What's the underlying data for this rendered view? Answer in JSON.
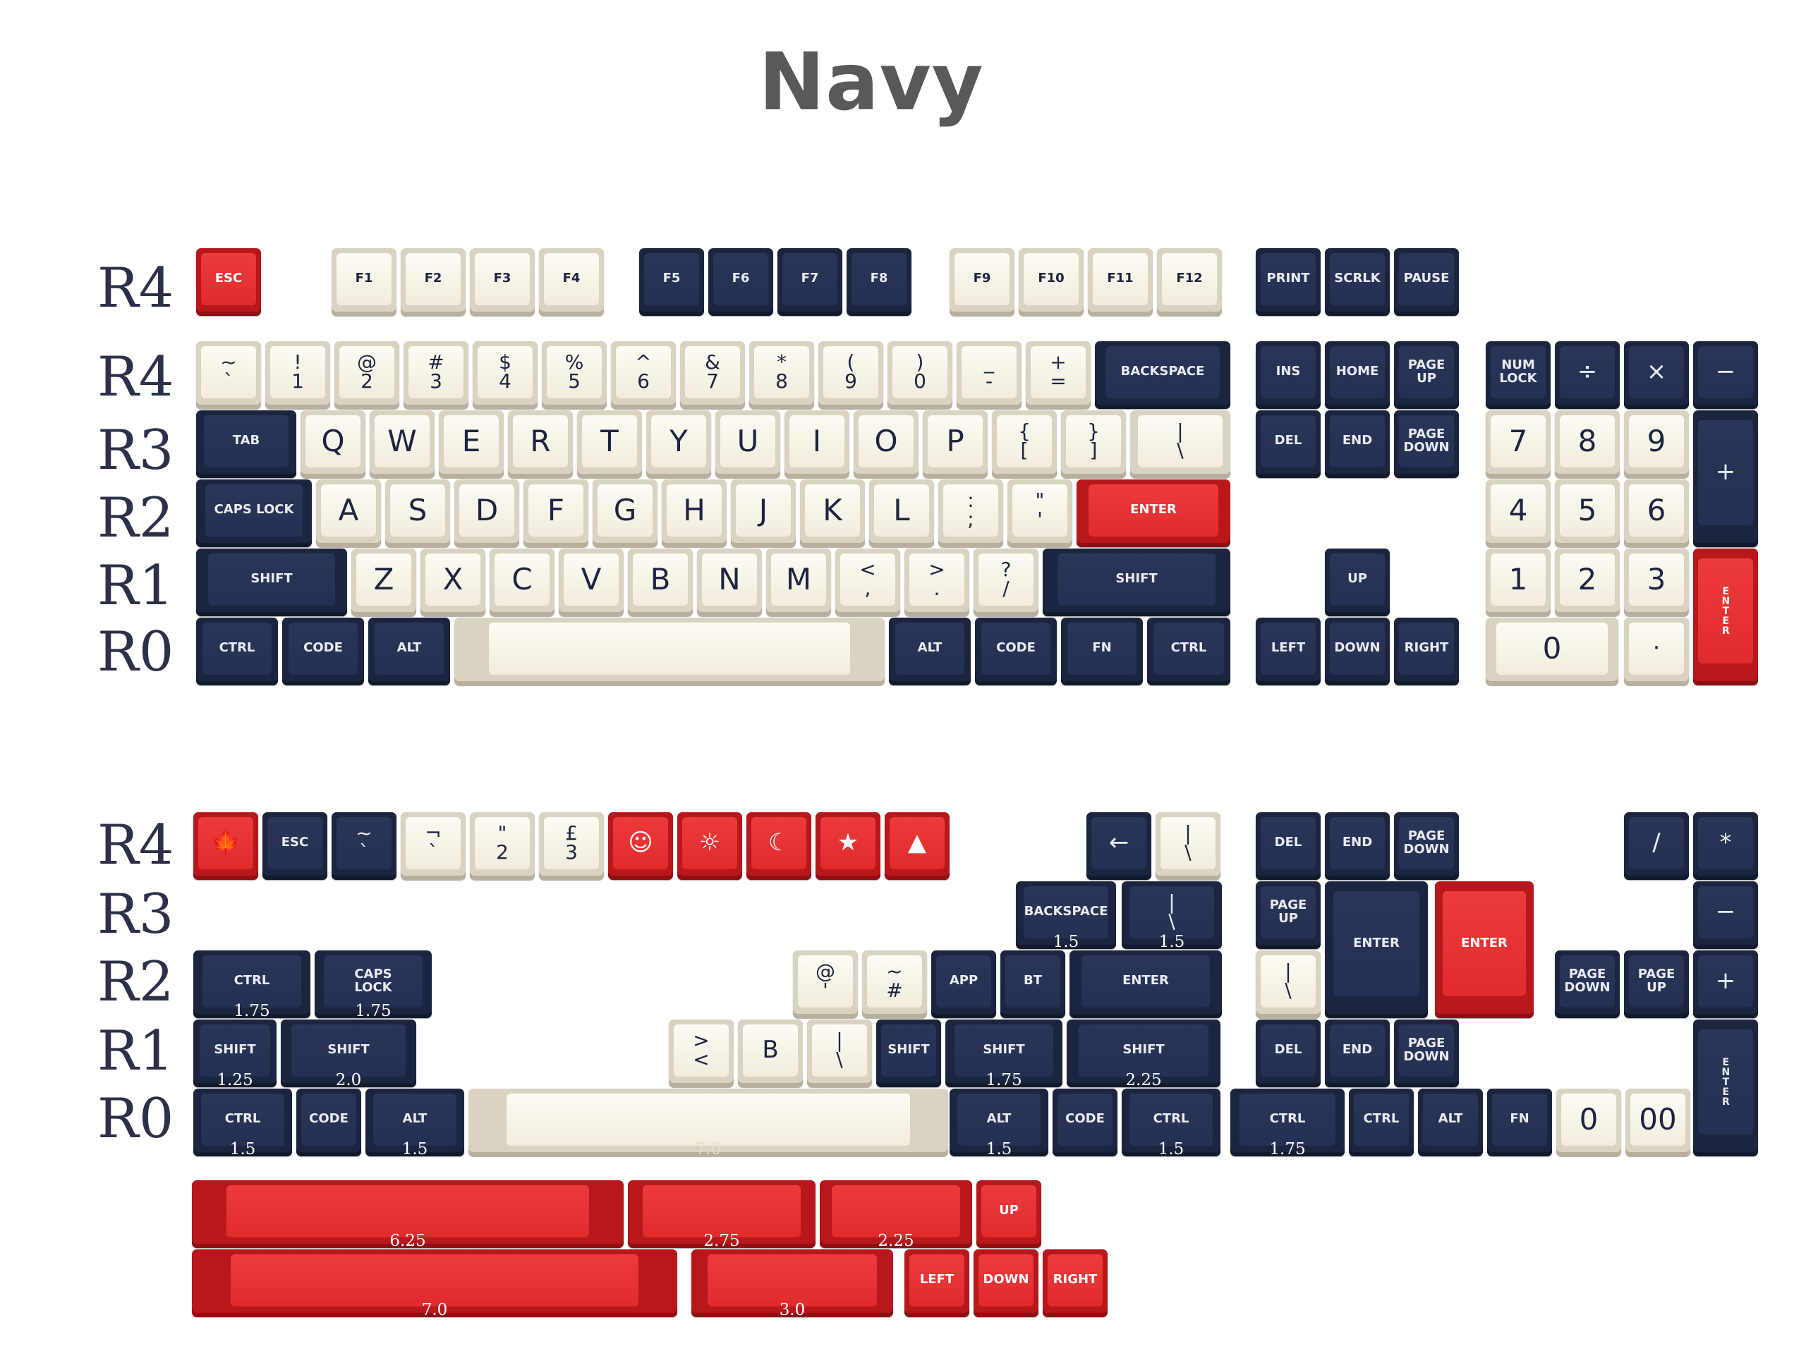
{
  "title": "Navy",
  "row_labels": [
    "R4",
    "R4",
    "R3",
    "R2",
    "R1",
    "R0",
    "R4",
    "R3",
    "R2",
    "R1",
    "R0"
  ],
  "colors": {
    "navy": "#1c2540",
    "cream": "#f6f2e6",
    "red": "#e02b2d",
    "legend_navy": "#1d2440"
  },
  "keys": [
    {
      "l": "ESC",
      "c": "red"
    },
    {
      "l": "F1",
      "c": "cream"
    },
    {
      "l": "F2",
      "c": "cream"
    },
    {
      "l": "F3",
      "c": "cream"
    },
    {
      "l": "F4",
      "c": "cream"
    },
    {
      "l": "F5",
      "c": "navy"
    },
    {
      "l": "F6",
      "c": "navy"
    },
    {
      "l": "F7",
      "c": "navy"
    },
    {
      "l": "F8",
      "c": "navy"
    },
    {
      "l": "F9",
      "c": "cream"
    },
    {
      "l": "F10",
      "c": "cream"
    },
    {
      "l": "F11",
      "c": "cream"
    },
    {
      "l": "F12",
      "c": "cream"
    },
    {
      "l": "PRINT",
      "c": "navy"
    },
    {
      "l": "SCRLK",
      "c": "navy"
    },
    {
      "l": "PAUSE",
      "c": "navy"
    },
    {
      "l": "~\n`",
      "c": "cream",
      "t": "dual"
    },
    {
      "l": "!\n1",
      "c": "cream",
      "t": "dual"
    },
    {
      "l": "@\n2",
      "c": "cream",
      "t": "dual"
    },
    {
      "l": "#\n3",
      "c": "cream",
      "t": "dual"
    },
    {
      "l": "$\n4",
      "c": "cream",
      "t": "dual"
    },
    {
      "l": "%\n5",
      "c": "cream",
      "t": "dual"
    },
    {
      "l": "^\n6",
      "c": "cream",
      "t": "dual"
    },
    {
      "l": "&\n7",
      "c": "cream",
      "t": "dual"
    },
    {
      "l": "*\n8",
      "c": "cream",
      "t": "dual"
    },
    {
      "l": "(\n9",
      "c": "cream",
      "t": "dual"
    },
    {
      "l": ")\n0",
      "c": "cream",
      "t": "dual"
    },
    {
      "l": "_\n-",
      "c": "cream",
      "t": "dual"
    },
    {
      "l": "+\n=",
      "c": "cream",
      "t": "dual"
    },
    {
      "l": "BACKSPACE",
      "c": "navy"
    },
    {
      "l": "INS",
      "c": "navy"
    },
    {
      "l": "HOME",
      "c": "navy"
    },
    {
      "l": "PAGE\nUP",
      "c": "navy"
    },
    {
      "l": "NUM\nLOCK",
      "c": "navy"
    },
    {
      "l": "÷",
      "c": "navy",
      "t": "sym"
    },
    {
      "l": "×",
      "c": "navy",
      "t": "sym"
    },
    {
      "l": "−",
      "c": "navy",
      "t": "sym"
    },
    {
      "l": "TAB",
      "c": "navy"
    },
    {
      "l": "Q",
      "c": "cream",
      "t": "big"
    },
    {
      "l": "W",
      "c": "cream",
      "t": "big"
    },
    {
      "l": "E",
      "c": "cream",
      "t": "big"
    },
    {
      "l": "R",
      "c": "cream",
      "t": "big"
    },
    {
      "l": "T",
      "c": "cream",
      "t": "big"
    },
    {
      "l": "Y",
      "c": "cream",
      "t": "big"
    },
    {
      "l": "U",
      "c": "cream",
      "t": "big"
    },
    {
      "l": "I",
      "c": "cream",
      "t": "big"
    },
    {
      "l": "O",
      "c": "cream",
      "t": "big"
    },
    {
      "l": "P",
      "c": "cream",
      "t": "big"
    },
    {
      "l": "{\n[",
      "c": "cream",
      "t": "dual"
    },
    {
      "l": "}\n]",
      "c": "cream",
      "t": "dual"
    },
    {
      "l": "|\n\\",
      "c": "cream",
      "t": "dual"
    },
    {
      "l": "DEL",
      "c": "navy"
    },
    {
      "l": "END",
      "c": "navy"
    },
    {
      "l": "PAGE\nDOWN",
      "c": "navy"
    },
    {
      "l": "7",
      "c": "cream",
      "t": "big"
    },
    {
      "l": "8",
      "c": "cream",
      "t": "big"
    },
    {
      "l": "9",
      "c": "cream",
      "t": "big"
    },
    {
      "l": "+",
      "c": "navy",
      "t": "sym"
    },
    {
      "l": "CAPS LOCK",
      "c": "navy"
    },
    {
      "l": "A",
      "c": "cream",
      "t": "big"
    },
    {
      "l": "S",
      "c": "cream",
      "t": "big"
    },
    {
      "l": "D",
      "c": "cream",
      "t": "big"
    },
    {
      "l": "F",
      "c": "cream",
      "t": "big"
    },
    {
      "l": "G",
      "c": "cream",
      "t": "big"
    },
    {
      "l": "H",
      "c": "cream",
      "t": "big"
    },
    {
      "l": "J",
      "c": "cream",
      "t": "big"
    },
    {
      "l": "K",
      "c": "cream",
      "t": "big"
    },
    {
      "l": "L",
      "c": "cream",
      "t": "big"
    },
    {
      "l": ":\n;",
      "c": "cream",
      "t": "dual"
    },
    {
      "l": "\"\n'",
      "c": "cream",
      "t": "dual"
    },
    {
      "l": "ENTER",
      "c": "red"
    },
    {
      "l": "4",
      "c": "cream",
      "t": "big"
    },
    {
      "l": "5",
      "c": "cream",
      "t": "big"
    },
    {
      "l": "6",
      "c": "cream",
      "t": "big"
    },
    {
      "l": "SHIFT",
      "c": "navy"
    },
    {
      "l": "Z",
      "c": "cream",
      "t": "big"
    },
    {
      "l": "X",
      "c": "cream",
      "t": "big"
    },
    {
      "l": "C",
      "c": "cream",
      "t": "big"
    },
    {
      "l": "V",
      "c": "cream",
      "t": "big"
    },
    {
      "l": "B",
      "c": "cream",
      "t": "big"
    },
    {
      "l": "N",
      "c": "cream",
      "t": "big"
    },
    {
      "l": "M",
      "c": "cream",
      "t": "big"
    },
    {
      "l": "<\n,",
      "c": "cream",
      "t": "dual"
    },
    {
      "l": ">\n.",
      "c": "cream",
      "t": "dual"
    },
    {
      "l": "?\n/",
      "c": "cream",
      "t": "dual"
    },
    {
      "l": "SHIFT",
      "c": "navy"
    },
    {
      "l": "UP",
      "c": "navy"
    },
    {
      "l": "1",
      "c": "cream",
      "t": "big"
    },
    {
      "l": "2",
      "c": "cream",
      "t": "big"
    },
    {
      "l": "3",
      "c": "cream",
      "t": "big"
    },
    {
      "l": "ENTER",
      "c": "red",
      "t": "vert"
    },
    {
      "l": "CTRL",
      "c": "navy"
    },
    {
      "l": "CODE",
      "c": "navy"
    },
    {
      "l": "ALT",
      "c": "navy"
    },
    {
      "l": "",
      "c": "cream"
    },
    {
      "l": "ALT",
      "c": "navy"
    },
    {
      "l": "CODE",
      "c": "navy"
    },
    {
      "l": "FN",
      "c": "navy"
    },
    {
      "l": "CTRL",
      "c": "navy"
    },
    {
      "l": "LEFT",
      "c": "navy"
    },
    {
      "l": "DOWN",
      "c": "navy"
    },
    {
      "l": "RIGHT",
      "c": "navy"
    },
    {
      "l": "0",
      "c": "cream",
      "t": "big"
    },
    {
      "l": "·",
      "c": "cream",
      "t": "sym"
    },
    {
      "l": "🍁",
      "c": "red",
      "t": "sym"
    },
    {
      "l": "ESC",
      "c": "navy"
    },
    {
      "l": "~\n`",
      "c": "navy",
      "t": "dual"
    },
    {
      "l": "¬\n`",
      "c": "cream",
      "t": "dual"
    },
    {
      "l": "\"\n2",
      "c": "cream",
      "t": "dual"
    },
    {
      "l": "£\n3",
      "c": "cream",
      "t": "dual"
    },
    {
      "l": "☺",
      "c": "red",
      "t": "sym"
    },
    {
      "l": "☼",
      "c": "red",
      "t": "sym"
    },
    {
      "l": "☾",
      "c": "red",
      "t": "sym"
    },
    {
      "l": "★",
      "c": "red",
      "t": "sym"
    },
    {
      "l": "▲",
      "c": "red",
      "t": "sym"
    },
    {
      "l": "←",
      "c": "navy",
      "t": "sym"
    },
    {
      "l": "|\n\\",
      "c": "cream",
      "t": "dual"
    },
    {
      "l": "DEL",
      "c": "navy"
    },
    {
      "l": "END",
      "c": "navy"
    },
    {
      "l": "PAGE\nDOWN",
      "c": "navy"
    },
    {
      "l": "/",
      "c": "navy",
      "t": "sym"
    },
    {
      "l": "*",
      "c": "navy",
      "t": "sym"
    },
    {
      "l": "BACKSPACE",
      "c": "navy",
      "s": "1.5"
    },
    {
      "l": "|\n\\",
      "c": "navy",
      "t": "dual",
      "s": "1.5"
    },
    {
      "l": "PAGE\nUP",
      "c": "navy"
    },
    {
      "l": "ENTER",
      "c": "navy"
    },
    {
      "l": "ENTER",
      "c": "red"
    },
    {
      "l": "−",
      "c": "navy",
      "t": "sym"
    },
    {
      "l": "CTRL",
      "c": "navy",
      "s": "1.75"
    },
    {
      "l": "CAPS\nLOCK",
      "c": "navy",
      "s": "1.75"
    },
    {
      "l": "@\n'",
      "c": "cream",
      "t": "dual"
    },
    {
      "l": "~\n#",
      "c": "cream",
      "t": "dual"
    },
    {
      "l": "APP",
      "c": "navy"
    },
    {
      "l": "BT",
      "c": "navy"
    },
    {
      "l": "ENTER",
      "c": "navy"
    },
    {
      "l": "|\n\\",
      "c": "cream",
      "t": "dual"
    },
    {
      "l": "PAGE\nDOWN",
      "c": "navy"
    },
    {
      "l": "PAGE\nUP",
      "c": "navy"
    },
    {
      "l": "+",
      "c": "navy",
      "t": "sym"
    },
    {
      "l": "SHIFT",
      "c": "navy",
      "s": "1.25"
    },
    {
      "l": "SHIFT",
      "c": "navy",
      "s": "2.0"
    },
    {
      "l": ">\n<",
      "c": "cream",
      "t": "dual"
    },
    {
      "l": "B",
      "c": "cream",
      "t": "mid"
    },
    {
      "l": "|\n\\",
      "c": "cream",
      "t": "dual"
    },
    {
      "l": "SHIFT",
      "c": "navy"
    },
    {
      "l": "SHIFT",
      "c": "navy",
      "s": "1.75"
    },
    {
      "l": "SHIFT",
      "c": "navy",
      "s": "2.25"
    },
    {
      "l": "DEL",
      "c": "navy"
    },
    {
      "l": "END",
      "c": "navy"
    },
    {
      "l": "PAGE\nDOWN",
      "c": "navy"
    },
    {
      "l": "ENTER",
      "c": "navy",
      "t": "vert"
    },
    {
      "l": "CTRL",
      "c": "navy",
      "s": "1.5"
    },
    {
      "l": "CODE",
      "c": "navy"
    },
    {
      "l": "ALT",
      "c": "navy",
      "s": "1.5"
    },
    {
      "l": "",
      "c": "cream",
      "s": "7.0"
    },
    {
      "l": "ALT",
      "c": "navy",
      "s": "1.5"
    },
    {
      "l": "CODE",
      "c": "navy"
    },
    {
      "l": "CTRL",
      "c": "navy",
      "s": "1.5"
    },
    {
      "l": "CTRL",
      "c": "navy",
      "s": "1.75"
    },
    {
      "l": "CTRL",
      "c": "navy"
    },
    {
      "l": "ALT",
      "c": "navy"
    },
    {
      "l": "FN",
      "c": "navy"
    },
    {
      "l": "0",
      "c": "cream",
      "t": "big"
    },
    {
      "l": "00",
      "c": "cream",
      "t": "big"
    },
    {
      "l": "",
      "c": "red",
      "s": "6.25"
    },
    {
      "l": "",
      "c": "red",
      "s": "2.75"
    },
    {
      "l": "",
      "c": "red",
      "s": "2.25"
    },
    {
      "l": "UP",
      "c": "red"
    },
    {
      "l": "",
      "c": "red",
      "s": "7.0"
    },
    {
      "l": "",
      "c": "red",
      "s": "3.0"
    },
    {
      "l": "LEFT",
      "c": "red"
    },
    {
      "l": "DOWN",
      "c": "red"
    },
    {
      "l": "RIGHT",
      "c": "red"
    }
  ]
}
